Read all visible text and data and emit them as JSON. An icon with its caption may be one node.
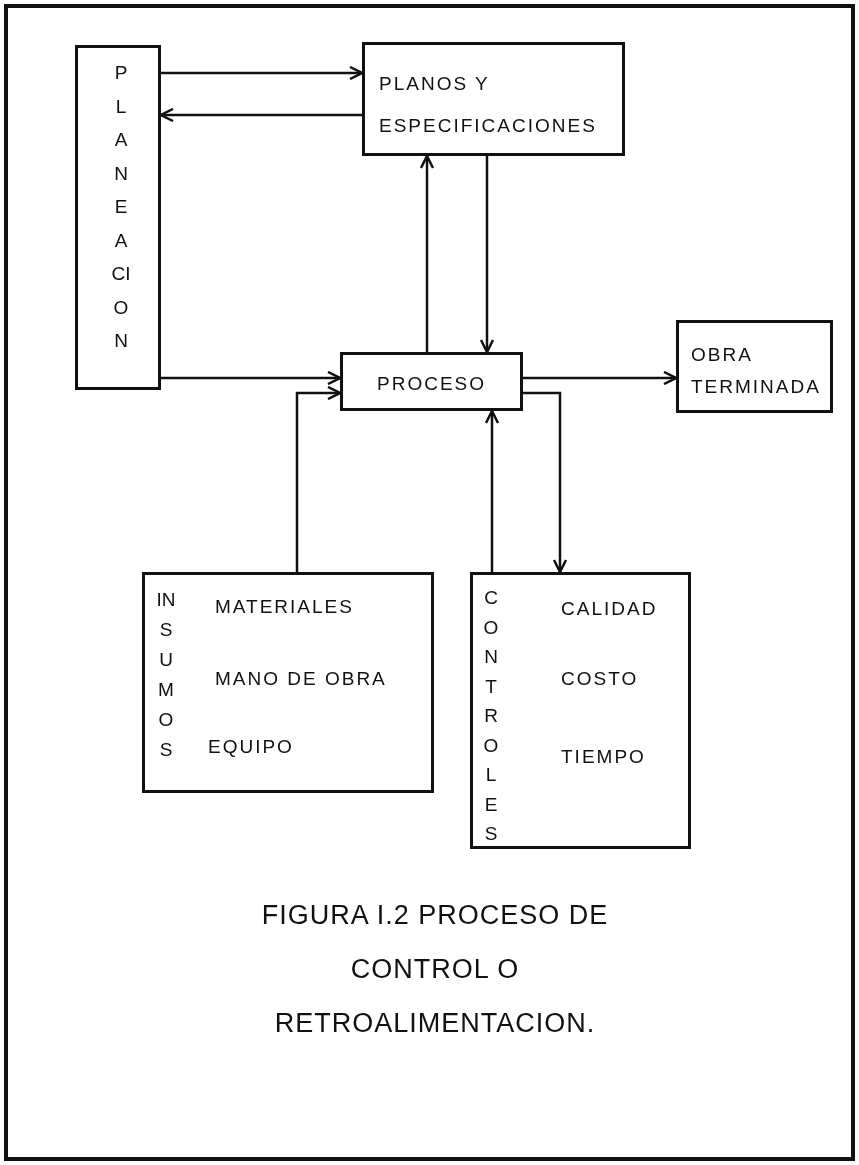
{
  "diagram": {
    "caption": "FIGURA I.2 PROCESO DE CONTROL O RETROALIMENTACION.",
    "nodes": [
      {
        "text": [
          "PLANEACION"
        ]
      },
      {
        "text": [
          "PLANOS Y ESPECIFICACIONES"
        ]
      },
      {
        "text": [
          "PROCESO"
        ]
      },
      {
        "text": [
          "OBRA TERMINADA"
        ]
      },
      {
        "text": [
          "INSUMOS",
          "MATERIALES",
          "MANO DE OBRA",
          "EQUIPO"
        ]
      },
      {
        "text": [
          "CONTROLES",
          "CALIDAD",
          "COSTO",
          "TIEMPO"
        ]
      }
    ],
    "edges": [
      {
        "from": 0,
        "to": 1,
        "arrow": "to"
      },
      {
        "from": 1,
        "to": 0,
        "arrow": "to"
      },
      {
        "from": 2,
        "to": 1,
        "arrow": "to"
      },
      {
        "from": 1,
        "to": 2,
        "arrow": "to"
      },
      {
        "from": 0,
        "to": 2,
        "arrow": "to"
      },
      {
        "from": 2,
        "to": 3,
        "arrow": "to"
      },
      {
        "from": 4,
        "to": 2,
        "arrow": "to"
      },
      {
        "from": 5,
        "to": 2,
        "arrow": "to"
      },
      {
        "from": 2,
        "to": 5,
        "arrow": "to"
      }
    ]
  }
}
